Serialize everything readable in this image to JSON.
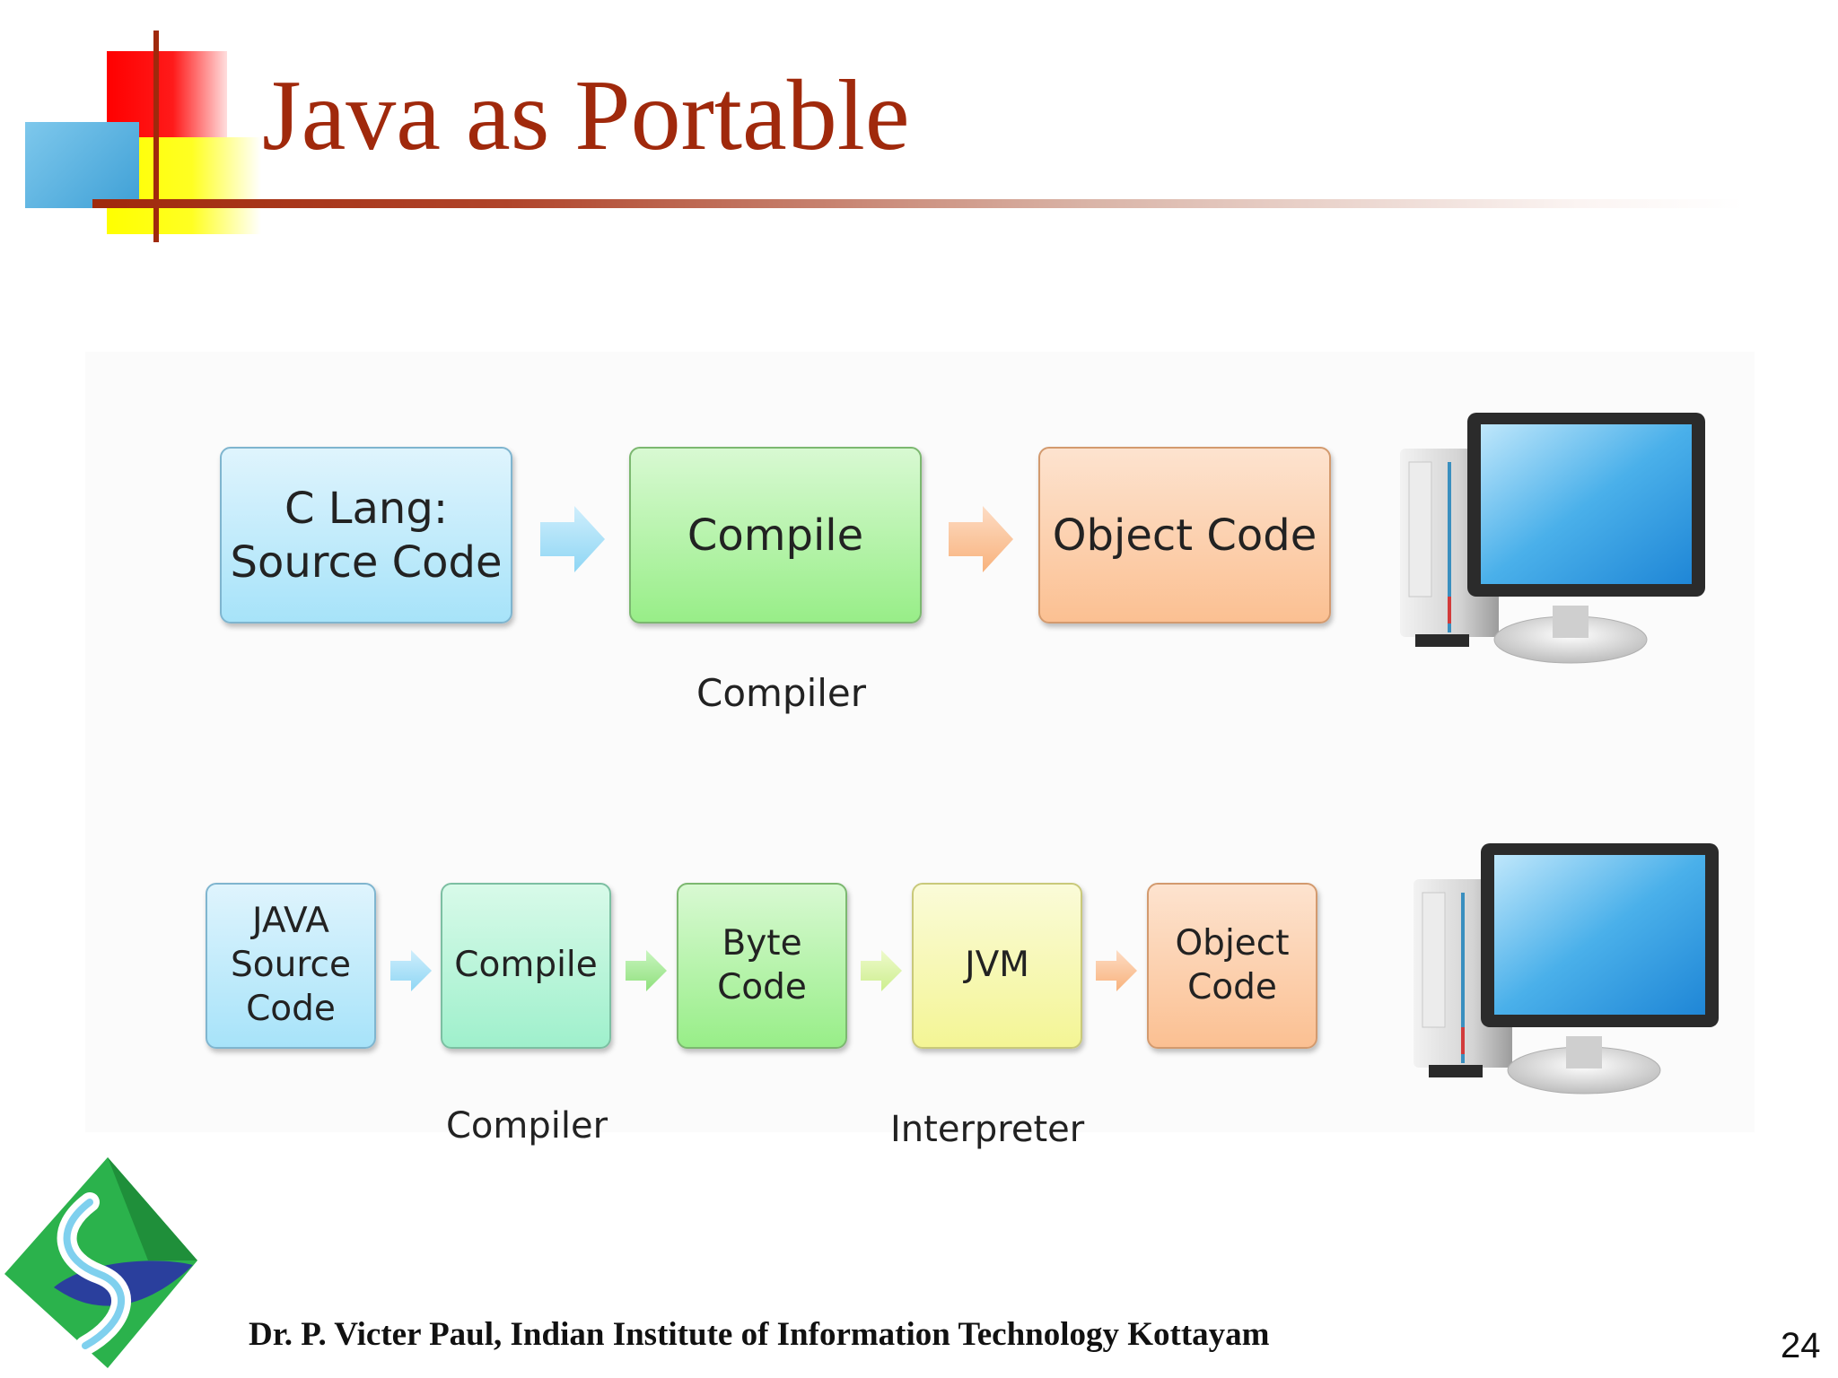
{
  "slide": {
    "title": "Java as Portable",
    "footer": "Dr. P. Victer Paul, Indian Institute of Information Technology Kottayam",
    "page_number": "24"
  },
  "c_flow": {
    "source": "C Lang:\nSource Code",
    "compile": "Compile",
    "object": "Object Code",
    "compiler_label": "Compiler"
  },
  "java_flow": {
    "source": "JAVA\nSource\nCode",
    "compile": "Compile",
    "bytecode": "Byte\nCode",
    "jvm": "JVM",
    "object": "Object\nCode",
    "compiler_label": "Compiler",
    "interpreter_label": "Interpreter"
  },
  "colors": {
    "title": "#a0290c",
    "box_blue": "#a7e3f9",
    "box_green": "#98ee88",
    "box_orange": "#fbc092",
    "box_mint": "#9ff0cc",
    "box_yellow": "#f4f595"
  },
  "icons": [
    "desktop-computer-icon",
    "logo-icon"
  ]
}
